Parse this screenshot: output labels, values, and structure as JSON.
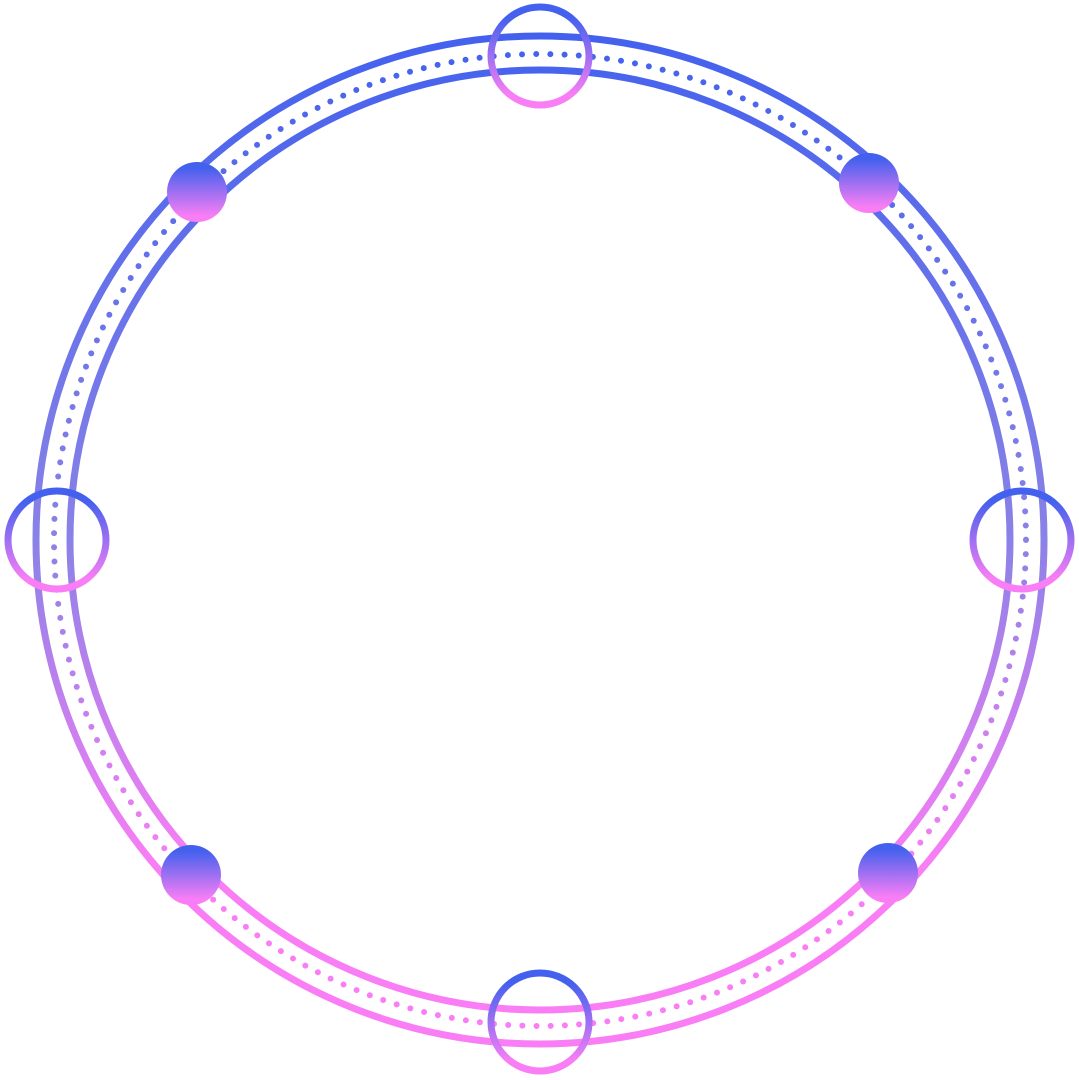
{
  "colors": {
    "gradient_top": "#4361ee",
    "gradient_mid": "#8a82e6",
    "gradient_bottom": "#f97ef5",
    "background": "#ffffff"
  },
  "decor": {
    "rings": [
      "outer-ring",
      "dotted-ring",
      "inner-ring"
    ],
    "open_circles": [
      "top",
      "right",
      "bottom",
      "left"
    ],
    "filled_dots": [
      "top-left",
      "top-right",
      "bottom-left",
      "bottom-right"
    ]
  }
}
